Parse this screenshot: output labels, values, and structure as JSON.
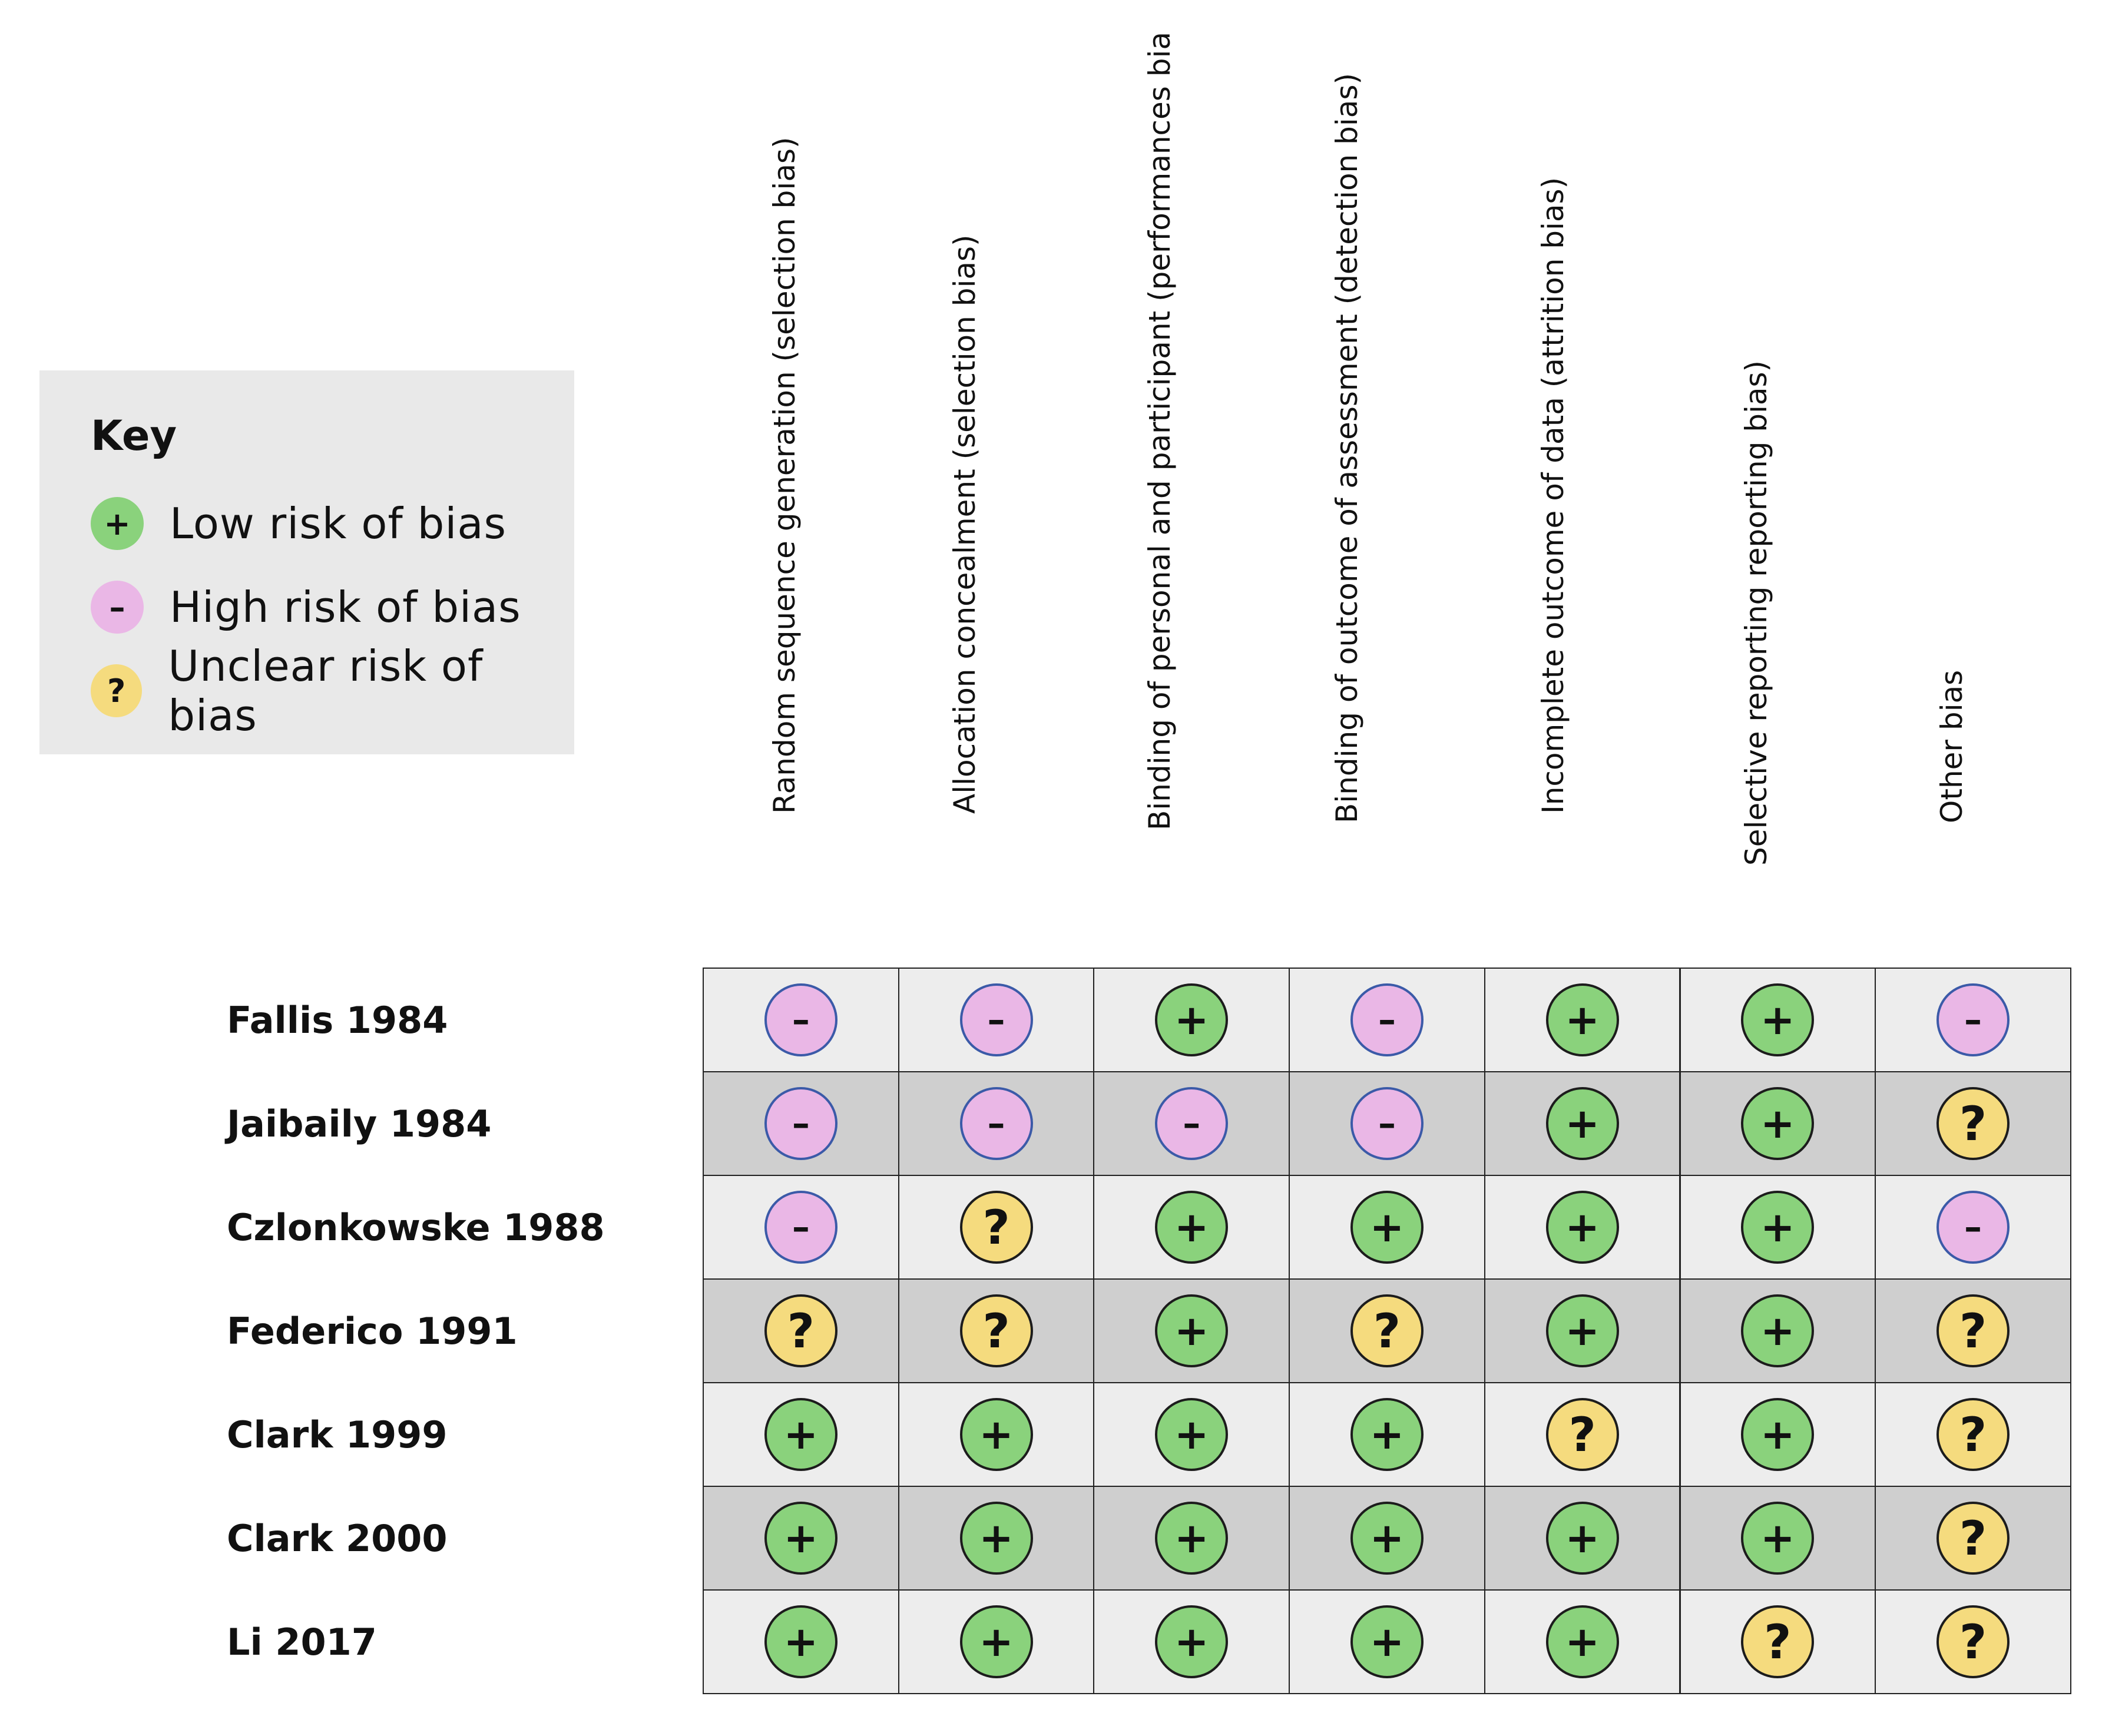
{
  "key": {
    "title": "Key",
    "items": [
      {
        "symbol": "+",
        "label": "Low risk of bias",
        "color": "#8ad27c"
      },
      {
        "symbol": "–",
        "label": "High risk of bias",
        "color": "#eab7e6"
      },
      {
        "symbol": "?",
        "label": "Unclear risk of bias",
        "color": "#f5db7e"
      }
    ]
  },
  "columns": [
    "Random sequence generation (selection bias)",
    "Allocation concealment (selection bias)",
    "Binding of personal and participant (performances bia",
    "Binding of outcome  of assessment (detection bias)",
    "Incomplete outcome of data (attrition bias)",
    "Selective reporting reporting bias)",
    "Other bias"
  ],
  "studies": [
    {
      "name": "Fallis 1984",
      "ratings": [
        "high",
        "high",
        "low",
        "high",
        "low",
        "low",
        "high"
      ]
    },
    {
      "name": "Jaibaily 1984",
      "ratings": [
        "high",
        "high",
        "high",
        "high",
        "low",
        "low",
        "unclear"
      ]
    },
    {
      "name": "Czlonkowske 1988",
      "ratings": [
        "high",
        "unclear",
        "low",
        "low",
        "low",
        "low",
        "high"
      ]
    },
    {
      "name": "Federico 1991",
      "ratings": [
        "unclear",
        "unclear",
        "low",
        "unclear",
        "low",
        "low",
        "unclear"
      ]
    },
    {
      "name": "Clark  1999",
      "ratings": [
        "low",
        "low",
        "low",
        "low",
        "unclear",
        "low",
        "unclear"
      ]
    },
    {
      "name": "Clark 2000",
      "ratings": [
        "low",
        "low",
        "low",
        "low",
        "low",
        "low",
        "unclear"
      ]
    },
    {
      "name": "Li 2017",
      "ratings": [
        "low",
        "low",
        "low",
        "low",
        "low",
        "unclear",
        "unclear"
      ]
    }
  ],
  "symbols": {
    "low": "+",
    "high": "–",
    "unclear": "?"
  },
  "colors": {
    "low": "#8ad27c",
    "high": "#eab7e6",
    "unclear": "#f5db7e"
  }
}
